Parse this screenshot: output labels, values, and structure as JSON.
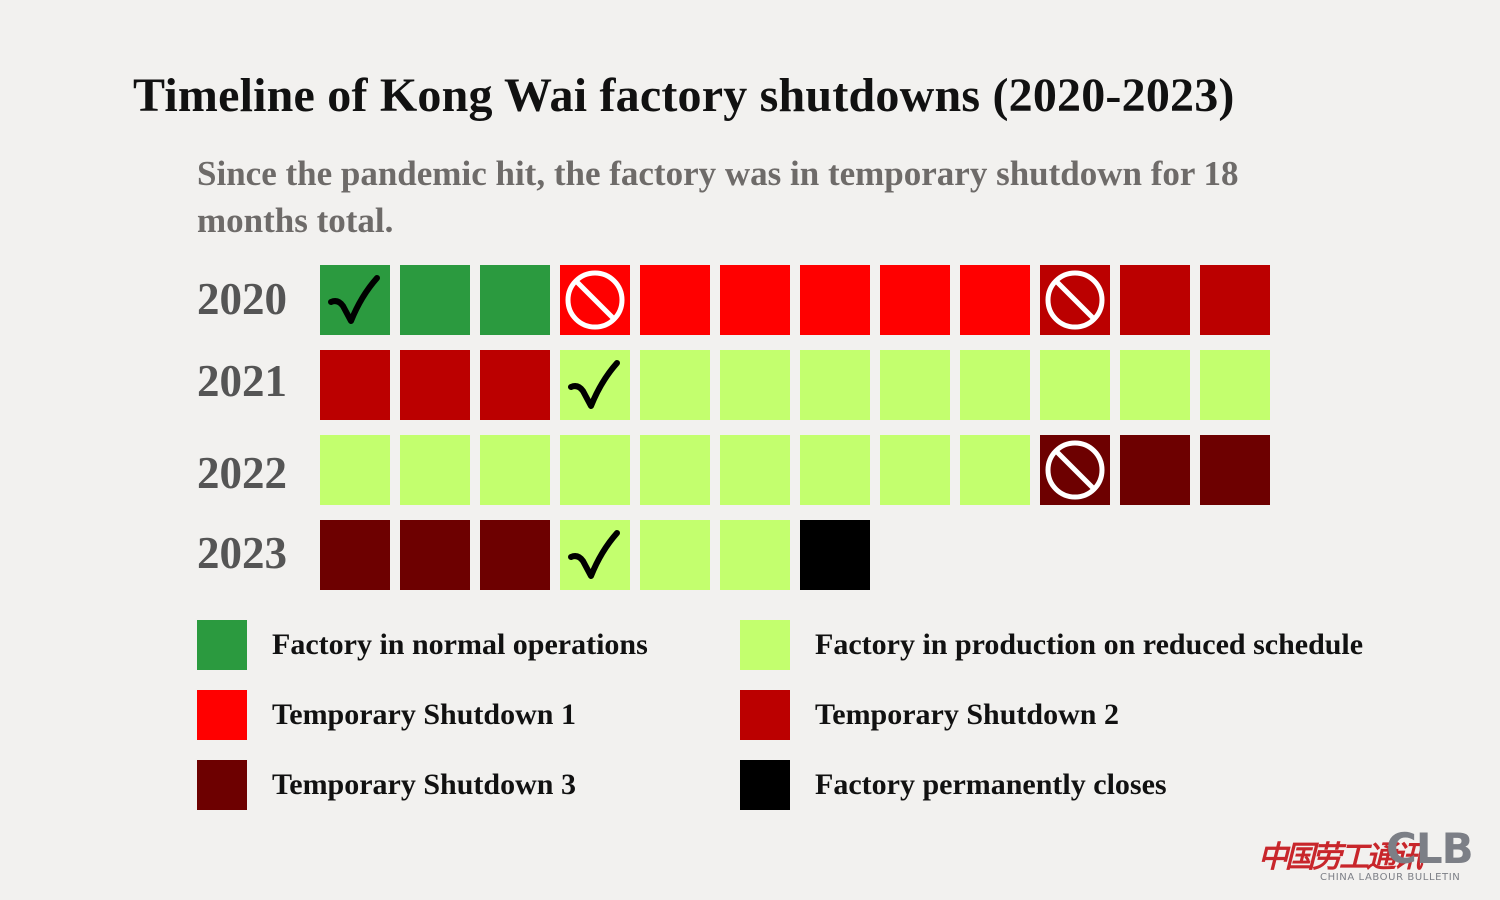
{
  "title": "Timeline of Kong Wai factory shutdowns (2020-2023)",
  "subtitle": "Since the pandemic hit, the factory was in temporary shutdown for 18 months total.",
  "chart_data": {
    "type": "heatmap",
    "title": "Timeline of Kong Wai factory shutdowns (2020-2023)",
    "subtitle": "Since the pandemic hit, the factory was in temporary shutdown for 18 months total.",
    "rows": [
      {
        "year": "2020",
        "months": [
          "normal",
          "normal",
          "normal",
          "shutdown1",
          "shutdown1",
          "shutdown1",
          "shutdown1",
          "shutdown1",
          "shutdown1",
          "shutdown2",
          "shutdown2",
          "shutdown2"
        ],
        "markers": [
          "check",
          "",
          "",
          "no",
          "",
          "",
          "",
          "",
          "",
          "no",
          "",
          ""
        ]
      },
      {
        "year": "2021",
        "months": [
          "shutdown2",
          "shutdown2",
          "shutdown2",
          "reduced",
          "reduced",
          "reduced",
          "reduced",
          "reduced",
          "reduced",
          "reduced",
          "reduced",
          "reduced"
        ],
        "markers": [
          "",
          "",
          "",
          "check",
          "",
          "",
          "",
          "",
          "",
          "",
          "",
          ""
        ]
      },
      {
        "year": "2022",
        "months": [
          "reduced",
          "reduced",
          "reduced",
          "reduced",
          "reduced",
          "reduced",
          "reduced",
          "reduced",
          "reduced",
          "shutdown3",
          "shutdown3",
          "shutdown3"
        ],
        "markers": [
          "",
          "",
          "",
          "",
          "",
          "",
          "",
          "",
          "",
          "no",
          "",
          ""
        ]
      },
      {
        "year": "2023",
        "months": [
          "shutdown3",
          "shutdown3",
          "shutdown3",
          "reduced",
          "reduced",
          "reduced",
          "closed"
        ],
        "markers": [
          "",
          "",
          "",
          "check",
          "",
          "",
          ""
        ]
      }
    ],
    "categories": {
      "normal": {
        "label": "Factory in normal operations",
        "color": "#2b9a3f"
      },
      "reduced": {
        "label": "Factory in production on reduced schedule",
        "color": "#c3ff6e"
      },
      "shutdown1": {
        "label": "Temporary Shutdown 1",
        "color": "#ff0000"
      },
      "shutdown2": {
        "label": "Temporary Shutdown 2",
        "color": "#bb0000"
      },
      "shutdown3": {
        "label": "Temporary Shutdown 3",
        "color": "#6d0000"
      },
      "closed": {
        "label": "Factory permanently closes",
        "color": "#000000"
      }
    },
    "legend_order": [
      "normal",
      "reduced",
      "shutdown1",
      "shutdown2",
      "shutdown3",
      "closed"
    ],
    "marker_icons": {
      "check": "checkmark-icon",
      "no": "prohibited-icon"
    }
  },
  "logo": {
    "chinese": "中国劳工通讯",
    "name": "CLB",
    "subtitle": "CHINA LABOUR BULLETIN"
  }
}
